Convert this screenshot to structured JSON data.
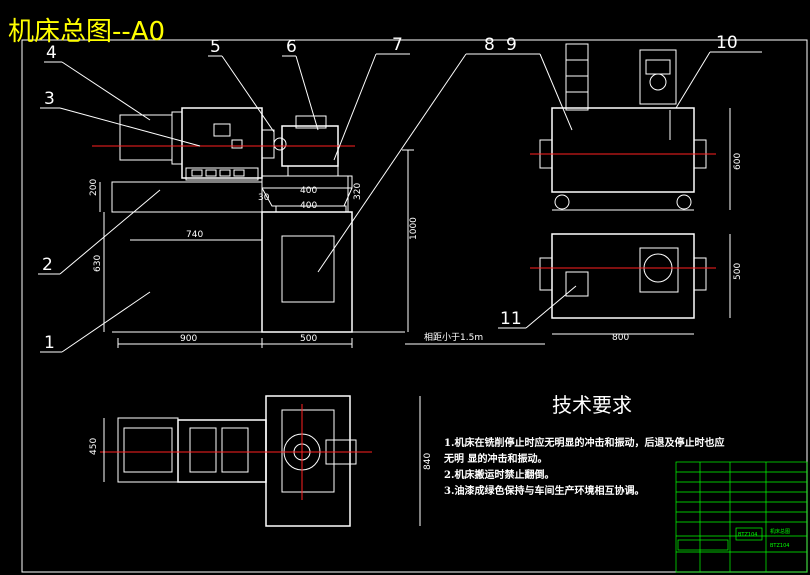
{
  "title": "机床总图--A0",
  "part_labels": [
    "1",
    "2",
    "3",
    "4",
    "5",
    "6",
    "7",
    "8",
    "9",
    "10",
    "11"
  ],
  "dimensions": {
    "d900": "900",
    "d500": "500",
    "d800": "800",
    "d740": "740",
    "d200": "200",
    "d630": "630",
    "d400a": "400",
    "d400b": "400",
    "d320": "320",
    "d1000": "1000",
    "d600": "600",
    "d500v": "500",
    "d450": "450",
    "d840": "840",
    "d30": "30",
    "spacing_note": "相距小于1.5m"
  },
  "tech_req": {
    "heading": "技术要求",
    "lines": [
      "1.机床在铣削停止时应无明显的冲击和振动，后退及停止时也应",
      "无明    显的冲击和振动。",
      "2.机床搬运时禁止翻倒。",
      "3.油漆成绿色保持与车间生产环境相互协调。"
    ]
  },
  "title_block": {
    "code": "BTZ104",
    "name": "机床总图",
    "drawing_no": "BTZ104"
  },
  "colors": {
    "background": "#000000",
    "title": "#ffff00",
    "line": "#ffffff",
    "center": "#ff2020",
    "frame_block": "#00ff00"
  }
}
